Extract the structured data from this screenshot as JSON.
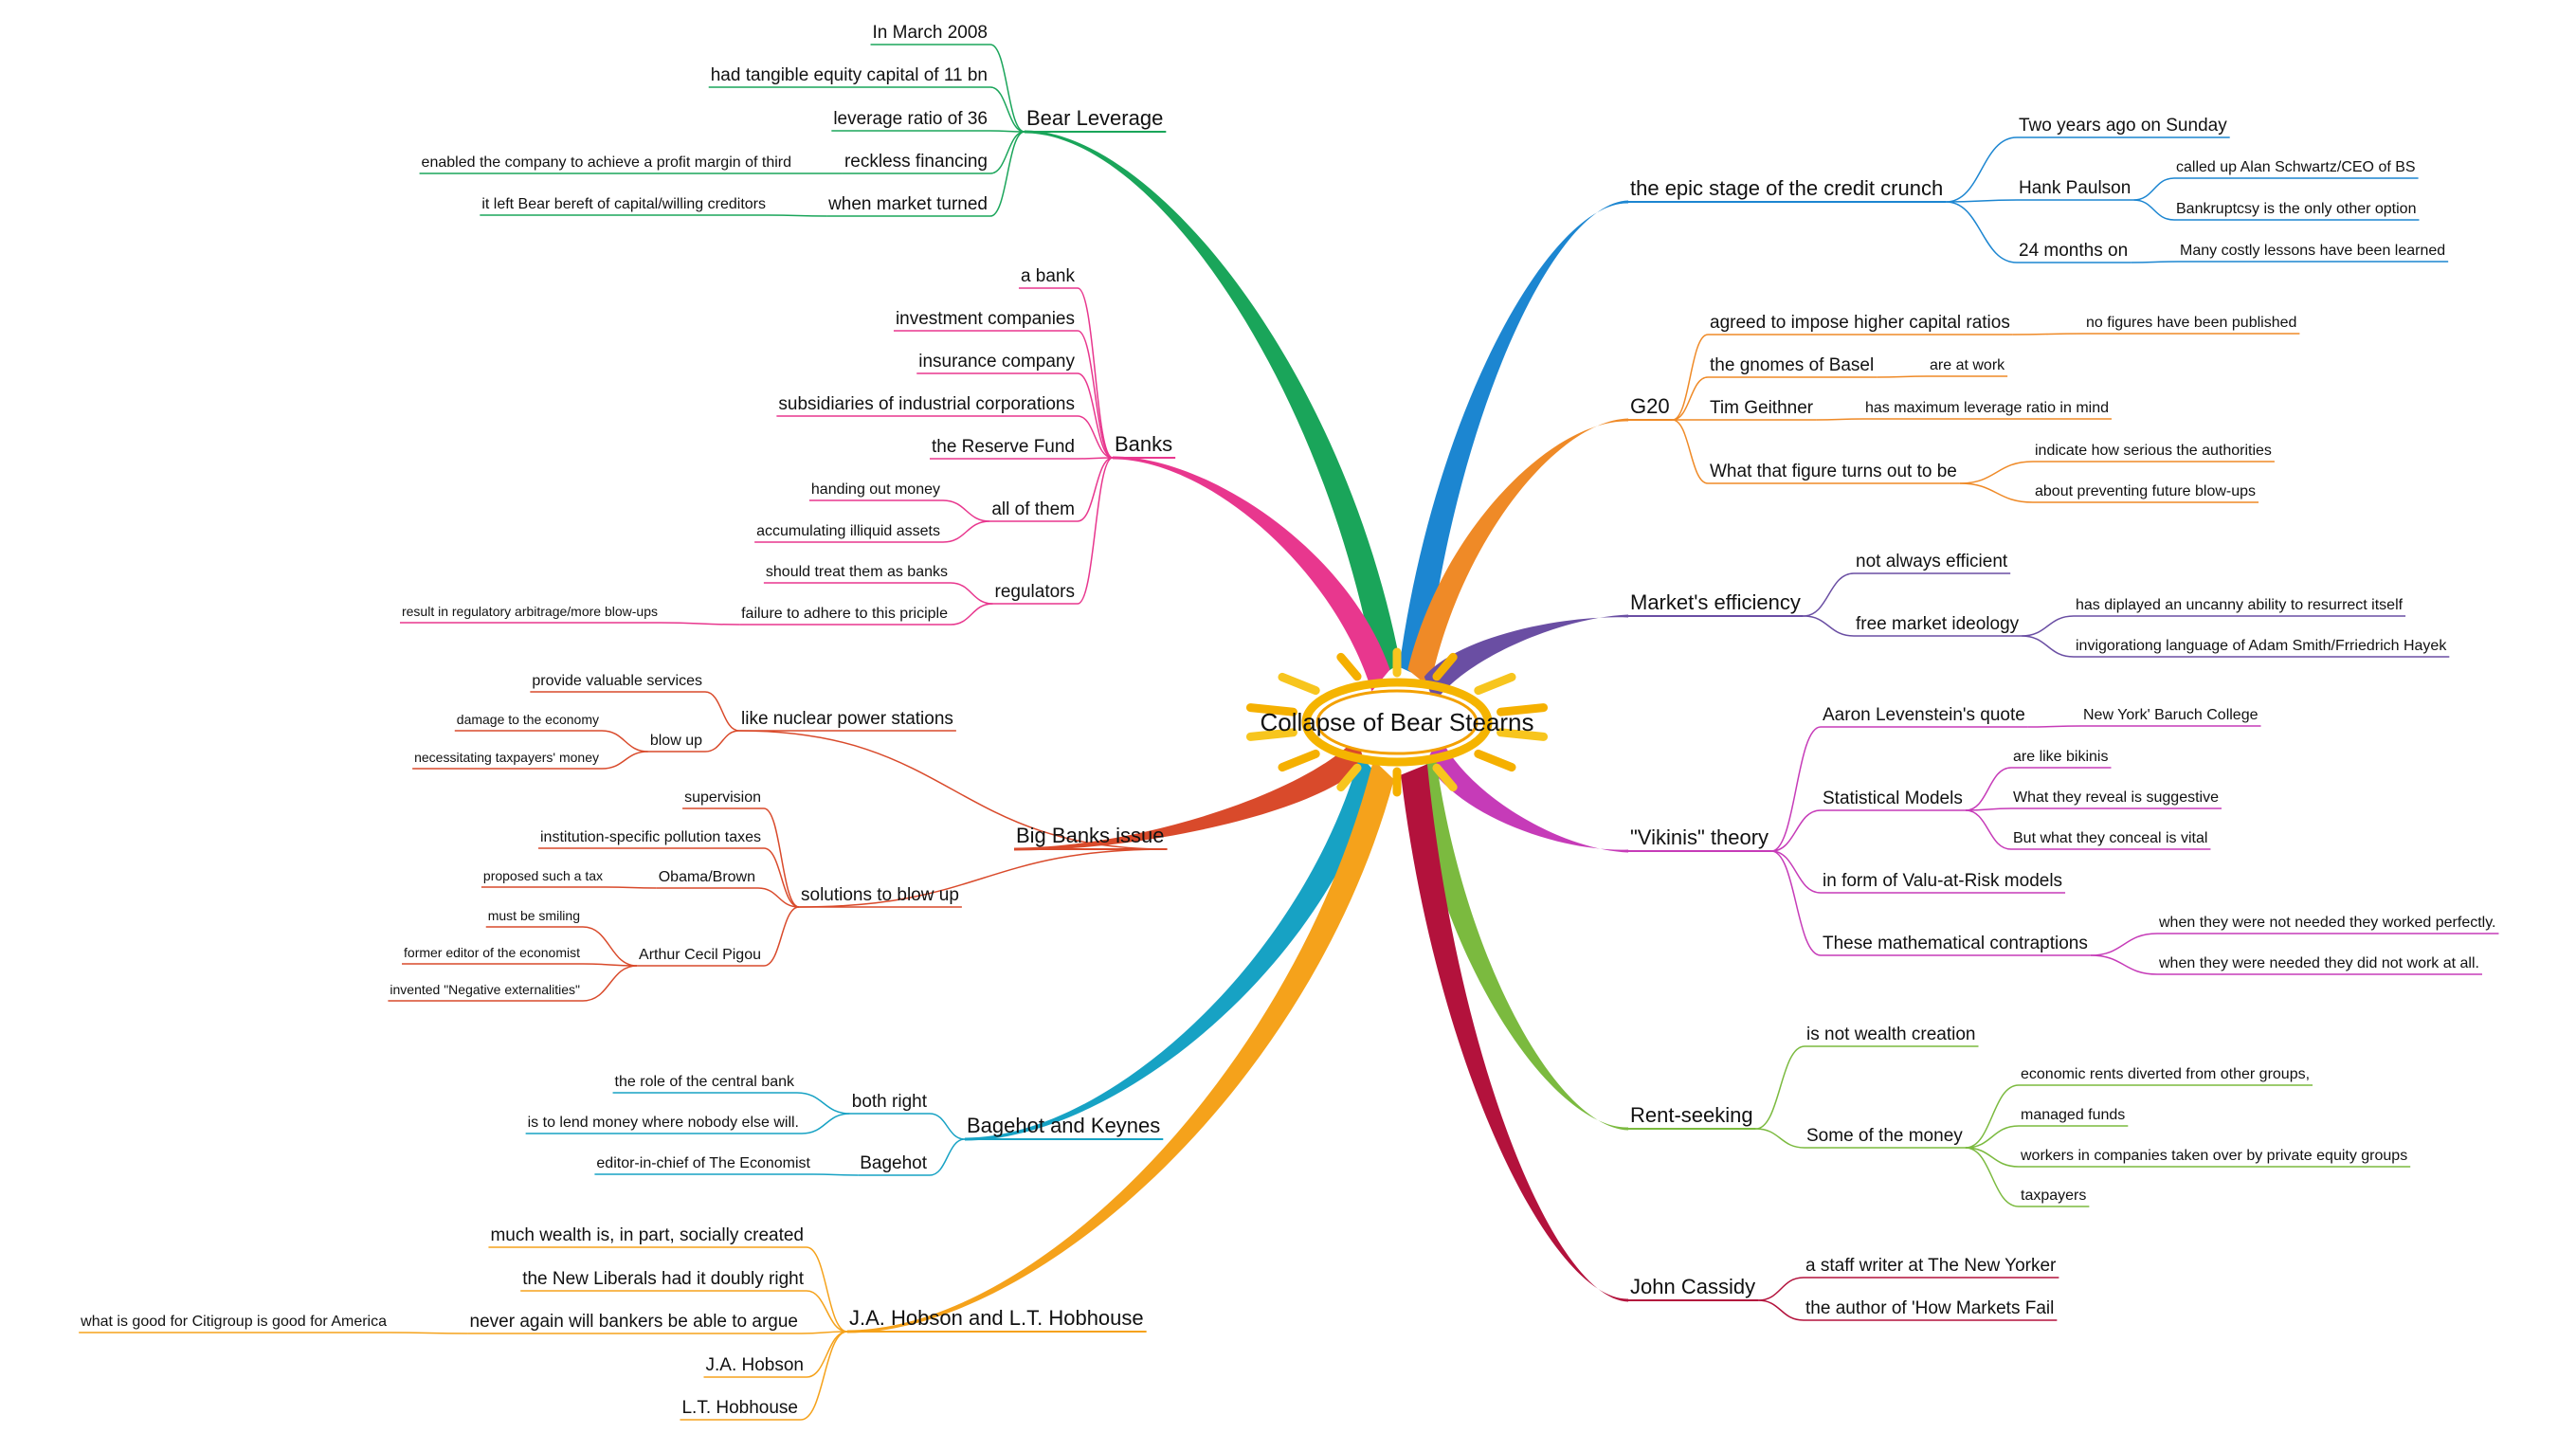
{
  "title": "Collapse of Bear Stearns",
  "branches": [
    {
      "label": "Bear Leverage",
      "color": "#1aa55a",
      "children": [
        {
          "label": "In March 2008"
        },
        {
          "label": "had tangible equity capital of 11 bn"
        },
        {
          "label": "leverage ratio of 36"
        },
        {
          "label": "reckless financing",
          "children": [
            {
              "label": "enabled the company to achieve a profit margin of third"
            }
          ]
        },
        {
          "label": "when market turned",
          "children": [
            {
              "label": "it left Bear bereft of capital/willing creditors"
            }
          ]
        }
      ]
    },
    {
      "label": "Banks",
      "color": "#e8378e",
      "children": [
        {
          "label": "a bank"
        },
        {
          "label": "investment companies"
        },
        {
          "label": "insurance company"
        },
        {
          "label": "subsidiaries of industrial corporations"
        },
        {
          "label": "the Reserve Fund"
        },
        {
          "label": "all of them",
          "children": [
            {
              "label": "handing out money"
            },
            {
              "label": "accumulating illiquid assets"
            }
          ]
        },
        {
          "label": "regulators",
          "children": [
            {
              "label": "should treat them as banks"
            },
            {
              "label": "failure to adhere to this priciple",
              "children": [
                {
                  "label": "result in regulatory arbitrage/more blow-ups"
                }
              ]
            }
          ]
        }
      ]
    },
    {
      "label": "Big Banks issue",
      "color": "#d94a2b",
      "children": [
        {
          "label": "like nuclear power stations",
          "children": [
            {
              "label": "provide valuable services"
            },
            {
              "label": "blow up",
              "children": [
                {
                  "label": "damage to the economy"
                },
                {
                  "label": "necessitating taxpayers' money"
                }
              ]
            }
          ]
        },
        {
          "label": "solutions to blow up",
          "children": [
            {
              "label": "supervision"
            },
            {
              "label": "institution-specific pollution taxes"
            },
            {
              "label": "Obama/Brown",
              "children": [
                {
                  "label": "proposed such a tax"
                }
              ]
            },
            {
              "label": "Arthur Cecil Pigou",
              "children": [
                {
                  "label": "must be smiling"
                },
                {
                  "label": "former editor of the economist"
                },
                {
                  "label": "invented \"Negative externalities\""
                }
              ]
            }
          ]
        }
      ]
    },
    {
      "label": "Bagehot and Keynes",
      "color": "#17a2c4",
      "children": [
        {
          "label": "both right",
          "children": [
            {
              "label": "the role of the central bank"
            },
            {
              "label": "is to lend money where nobody else will."
            }
          ]
        },
        {
          "label": "Bagehot",
          "children": [
            {
              "label": "editor-in-chief of The Economist"
            }
          ]
        }
      ]
    },
    {
      "label": "J.A. Hobson and L.T. Hobhouse",
      "color": "#f5a21b",
      "children": [
        {
          "label": "much wealth is, in part, socially created"
        },
        {
          "label": "the New Liberals had it doubly right"
        },
        {
          "label": "never again will bankers be able to argue",
          "children": [
            {
              "label": "what is good for Citigroup is good for America"
            }
          ]
        },
        {
          "label": "J.A. Hobson"
        },
        {
          "label": "L.T. Hobhouse"
        }
      ]
    },
    {
      "label": "the epic stage of the credit crunch",
      "color": "#1c86d1",
      "children": [
        {
          "label": "Two years ago on Sunday"
        },
        {
          "label": "Hank Paulson",
          "children": [
            {
              "label": "called up Alan Schwartz/CEO of BS"
            },
            {
              "label": "Bankruptcsy is the only other option"
            }
          ]
        },
        {
          "label": "24 months on",
          "children": [
            {
              "label": "Many costly lessons have been learned"
            }
          ]
        }
      ]
    },
    {
      "label": "G20",
      "color": "#ef8a27",
      "children": [
        {
          "label": "agreed to impose higher capital ratios",
          "children": [
            {
              "label": "no figures have been published"
            }
          ]
        },
        {
          "label": "the gnomes of Basel",
          "children": [
            {
              "label": "are at work"
            }
          ]
        },
        {
          "label": "Tim Geithner",
          "children": [
            {
              "label": "has maximum leverage ratio in mind"
            }
          ]
        },
        {
          "label": "What that figure turns out to be",
          "children": [
            {
              "label": "indicate how serious the authorities"
            },
            {
              "label": "about preventing future blow-ups"
            }
          ]
        }
      ]
    },
    {
      "label": "Market's efficiency",
      "color": "#6a4ea3",
      "children": [
        {
          "label": "not always efficient"
        },
        {
          "label": "free market ideology",
          "children": [
            {
              "label": "has diplayed an uncanny ability to resurrect itself"
            },
            {
              "label": "invigorationg language of Adam Smith/Frriedrich Hayek"
            }
          ]
        }
      ]
    },
    {
      "label": "\"Vikinis\" theory",
      "color": "#c63bb8",
      "children": [
        {
          "label": "Aaron Levenstein's quote",
          "children": [
            {
              "label": "New York' Baruch College"
            }
          ]
        },
        {
          "label": "Statistical Models",
          "children": [
            {
              "label": "are like bikinis"
            },
            {
              "label": "What they reveal is suggestive"
            },
            {
              "label": "But what they conceal is vital"
            }
          ]
        },
        {
          "label": "in form of Valu-at-Risk models"
        },
        {
          "label": "These mathematical contraptions",
          "children": [
            {
              "label": "when they were not needed they worked perfectly."
            },
            {
              "label": "when they were needed they did not work at all."
            }
          ]
        }
      ]
    },
    {
      "label": "Rent-seeking",
      "color": "#7bba3f",
      "children": [
        {
          "label": "is not wealth creation"
        },
        {
          "label": "Some of the money",
          "children": [
            {
              "label": "economic rents diverted from other groups,"
            },
            {
              "label": "managed funds"
            },
            {
              "label": "workers in companies taken over by private equity groups"
            },
            {
              "label": "taxpayers"
            }
          ]
        }
      ]
    },
    {
      "label": "John Cassidy",
      "color": "#b3123c",
      "children": [
        {
          "label": "a staff writer at The New Yorker"
        },
        {
          "label": "the author of 'How Markets Fail"
        }
      ]
    }
  ]
}
